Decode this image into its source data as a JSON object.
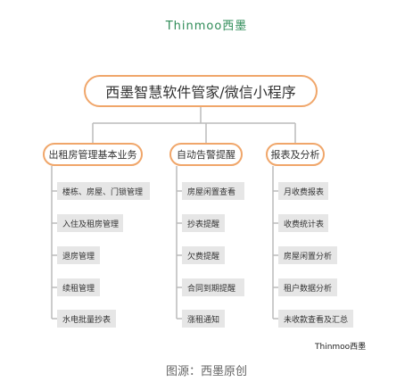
{
  "brand": "Thinmoo西墨",
  "root": "西墨智慧软件管家/微信小程序",
  "categories": [
    {
      "label": "出租房管理基本业务",
      "items": [
        "楼栋、房屋、门锁管理",
        "入住及租房管理",
        "退房管理",
        "续租管理",
        "水电批量抄表"
      ]
    },
    {
      "label": "自动告警提醒",
      "items": [
        "房屋闲置查看",
        "抄表提醒",
        "欠费提醒",
        "合同到期提醒",
        "涨租通知"
      ]
    },
    {
      "label": "报表及分析",
      "items": [
        "月收费报表",
        "收费统计表",
        "房屋闲置分析",
        "租户数据分析",
        "未收款查看及汇总"
      ]
    }
  ],
  "signature": "Thinmoo西墨",
  "caption": "图源：西墨原创",
  "colors": {
    "accent": "#f0a66a",
    "brand": "#2e8b57",
    "leaf_bg": "#e6e6e6",
    "line": "#bbbbbb"
  }
}
